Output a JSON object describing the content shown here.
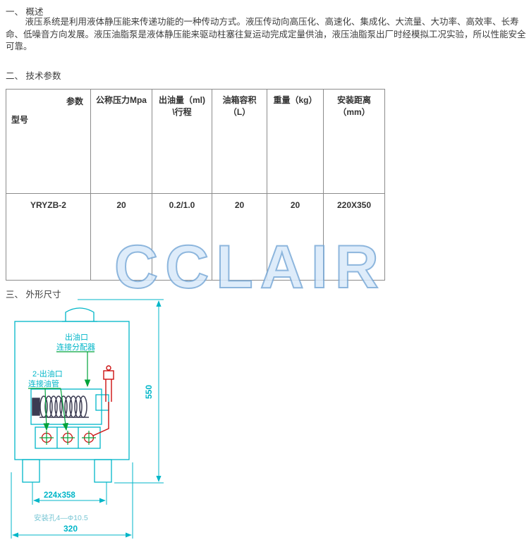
{
  "page": {
    "watermark": "CCLAIR"
  },
  "overview": {
    "heading": "一、 概述",
    "body": "液压系统是利用液体静压能来传递功能的一种传动方式。液压传动向高压化、高速化、集成化、大流量、大功率、高效率、长寿命、低噪音方向发展。液压油脂泵是液体静压能来驱动柱塞往复运动完成定量供油，液压油脂泵出厂时经模拟工况实验，所以性能安全可靠。"
  },
  "parameters": {
    "heading": "二、 技术参数",
    "table": {
      "corner_top": "参数",
      "corner_bottom": "型号",
      "col_pressure_1": "公称压力Mpa",
      "col_output_1": "出油量（ml)",
      "col_output_2": "\\行程",
      "col_capacity_1": "油箱容积",
      "col_capacity_2": "（L）",
      "col_weight_1": "重量（kg）",
      "col_distance_1": "安装距离",
      "col_distance_2": "（mm）",
      "row": {
        "model": "YRYZB-2",
        "pressure": "20",
        "output": "0.2/1.0",
        "capacity": "20",
        "weight": "20",
        "distance": "220X350"
      }
    }
  },
  "outline": {
    "heading": "三、 外形尺寸",
    "labels": {
      "outlet_top": "出油口",
      "connect_distributor": "连接分配器",
      "outlets_two": "2-出油口",
      "connect_pipe": "连接油管",
      "dim_height": "550",
      "dim_base": "224x358",
      "mounting_holes": "安装孔4—Φ10.5",
      "dim_width": "320"
    }
  }
}
